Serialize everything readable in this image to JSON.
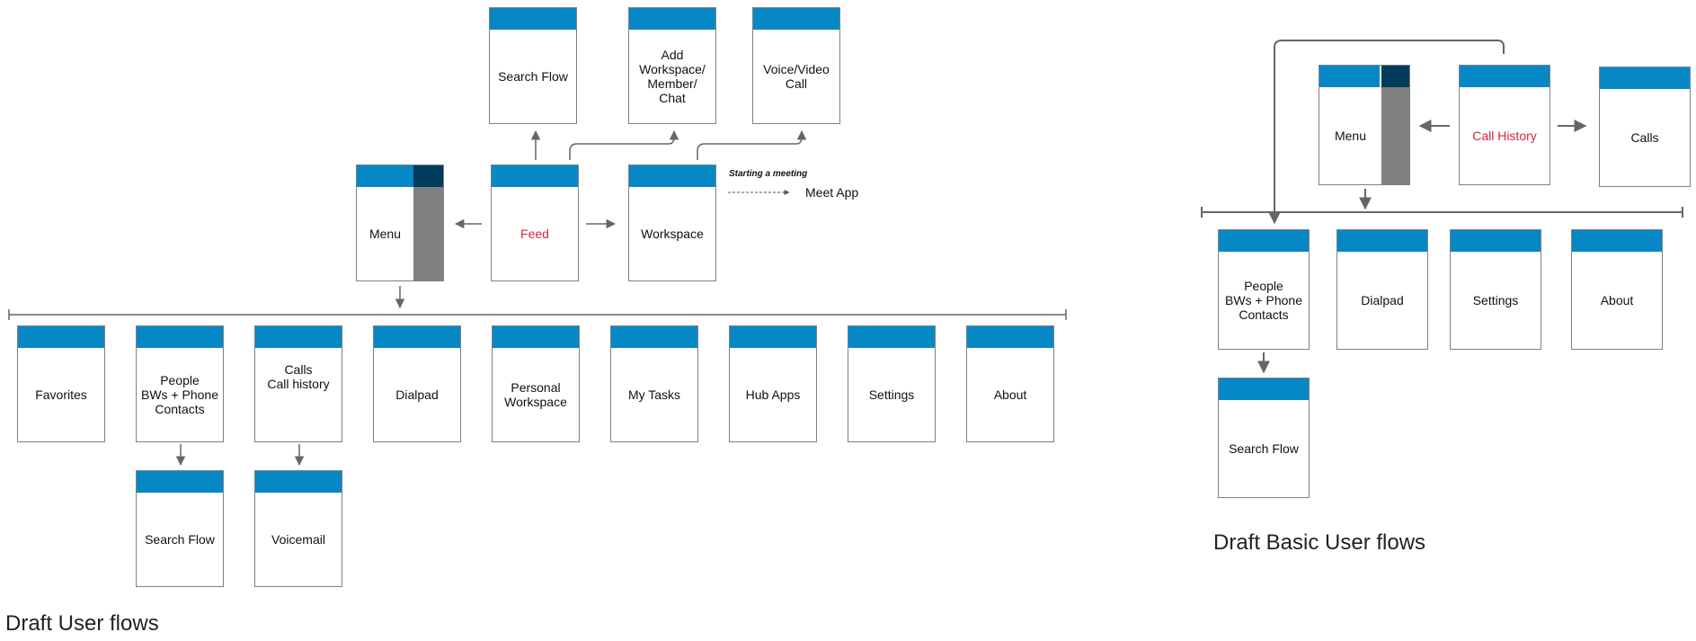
{
  "left_flow": {
    "top_row": {
      "search_flow": "Search Flow",
      "add_workspace": "Add\nWorkspace/\nMember/\nChat",
      "voice_video": "Voice/Video\nCall"
    },
    "middle_row": {
      "menu": "Menu",
      "feed": "Feed",
      "workspace": "Workspace"
    },
    "meeting_note": "Starting a meeting",
    "meet_app": "Meet App",
    "bottom_row": {
      "favorites": "Favorites",
      "people": "People\nBWs + Phone\nContacts",
      "calls": "Calls\nCall history",
      "dialpad": "Dialpad",
      "personal_workspace": "Personal\nWorkspace",
      "my_tasks": "My Tasks",
      "hub_apps": "Hub Apps",
      "settings": "Settings",
      "about": "About"
    },
    "sub_row": {
      "search_flow": "Search Flow",
      "voicemail": "Voicemail"
    },
    "caption": "Draft User flows"
  },
  "right_flow": {
    "top_row": {
      "menu": "Menu",
      "call_history": "Call History",
      "calls": "Calls"
    },
    "bottom_row": {
      "people": "People\nBWs + Phone\nContacts",
      "dialpad": "Dialpad",
      "settings": "Settings",
      "about": "About"
    },
    "sub_row": {
      "search_flow": "Search Flow"
    },
    "caption": "Draft Basic User flows"
  },
  "colors": {
    "header_blue": "#0788c6",
    "menu_dark": "#003c5c",
    "menu_gray": "#808080",
    "highlight_red": "#d7263d",
    "line_gray": "#666666"
  }
}
